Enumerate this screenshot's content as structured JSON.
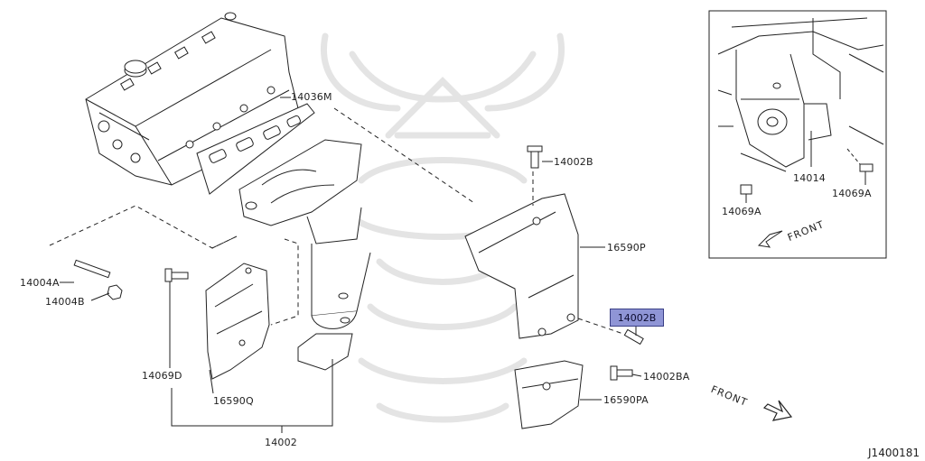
{
  "diagram_id": "J1400181",
  "highlighted_part": "14002B",
  "colors": {
    "line": "#222222",
    "watermark": "#e6e6e6",
    "highlight_fill": "#8f95d6",
    "highlight_border": "#3a3f86"
  },
  "labels": {
    "p14036M": "14036M",
    "p14002B_top": "14002B",
    "p16590P": "16590P",
    "p14004A": "14004A",
    "p14004B": "14004B",
    "p14069D": "14069D",
    "p16590Q": "16590Q",
    "p14002": "14002",
    "p14002B_hl": "14002B",
    "p14002BA": "14002BA",
    "p16590PA": "16590PA"
  },
  "inset": {
    "p14014": "14014",
    "p14069A_left": "14069A",
    "p14069A_right": "14069A",
    "front": "FRONT"
  },
  "front_label": "FRONT"
}
